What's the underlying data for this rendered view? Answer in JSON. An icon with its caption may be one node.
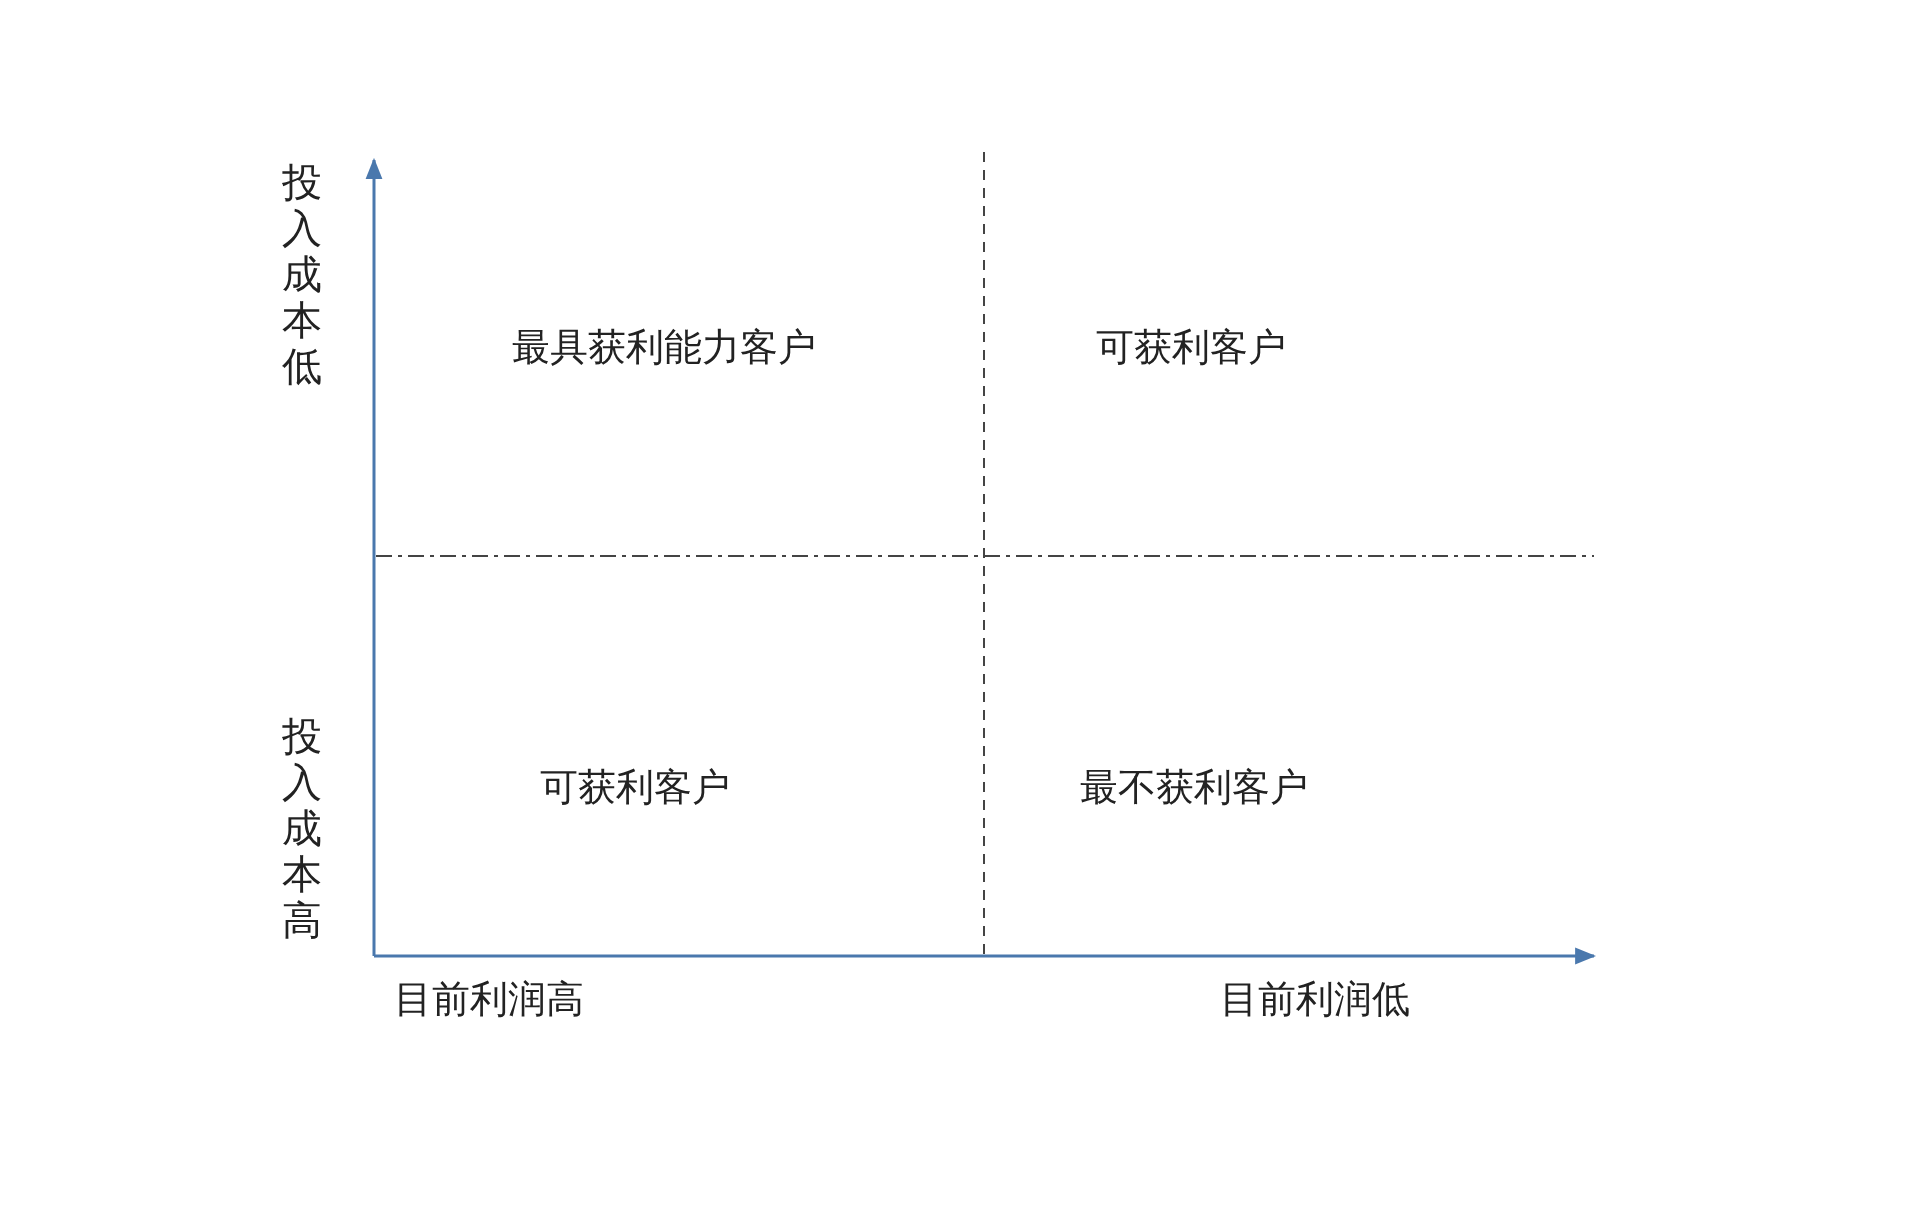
{
  "diagram": {
    "labels": [
      "投入成本低",
      "最具获利能力客户",
      "可获利客户",
      "投入成本高",
      "可获利客户",
      "最不获利客户",
      "目前利润高",
      "目前利润低"
    ]
  }
}
